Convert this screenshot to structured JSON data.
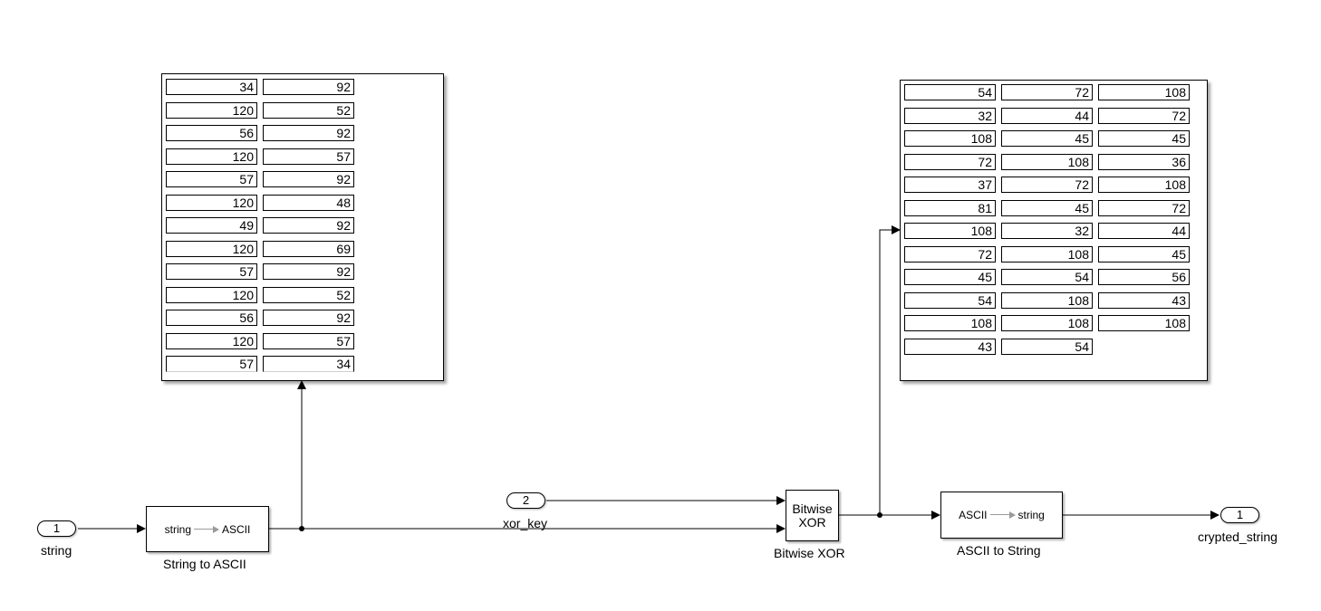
{
  "display1": {
    "columns": 2,
    "values": [
      34,
      92,
      120,
      52,
      56,
      92,
      120,
      57,
      57,
      92,
      120,
      48,
      49,
      92,
      120,
      69,
      57,
      92,
      120,
      52,
      56,
      92,
      120,
      57,
      57,
      34
    ]
  },
  "display2": {
    "columns": 3,
    "values": [
      54,
      72,
      108,
      32,
      44,
      72,
      108,
      45,
      45,
      72,
      108,
      36,
      37,
      72,
      108,
      81,
      45,
      72,
      108,
      32,
      44,
      72,
      108,
      45,
      45,
      54,
      56,
      54,
      108,
      43,
      108,
      108,
      108,
      43,
      54
    ]
  },
  "inport1": {
    "number": "1",
    "label": "string"
  },
  "inport2": {
    "number": "2",
    "label": "xor_key"
  },
  "outport1": {
    "number": "1",
    "label": "crypted_string"
  },
  "string_to_ascii": {
    "from": "string",
    "to": "ASCII",
    "label": "String to ASCII"
  },
  "bitwise_xor": {
    "line1": "Bitwise",
    "line2": "XOR",
    "label": "Bitwise XOR"
  },
  "ascii_to_string": {
    "from": "ASCII",
    "to": "string",
    "label": "ASCII to String"
  }
}
